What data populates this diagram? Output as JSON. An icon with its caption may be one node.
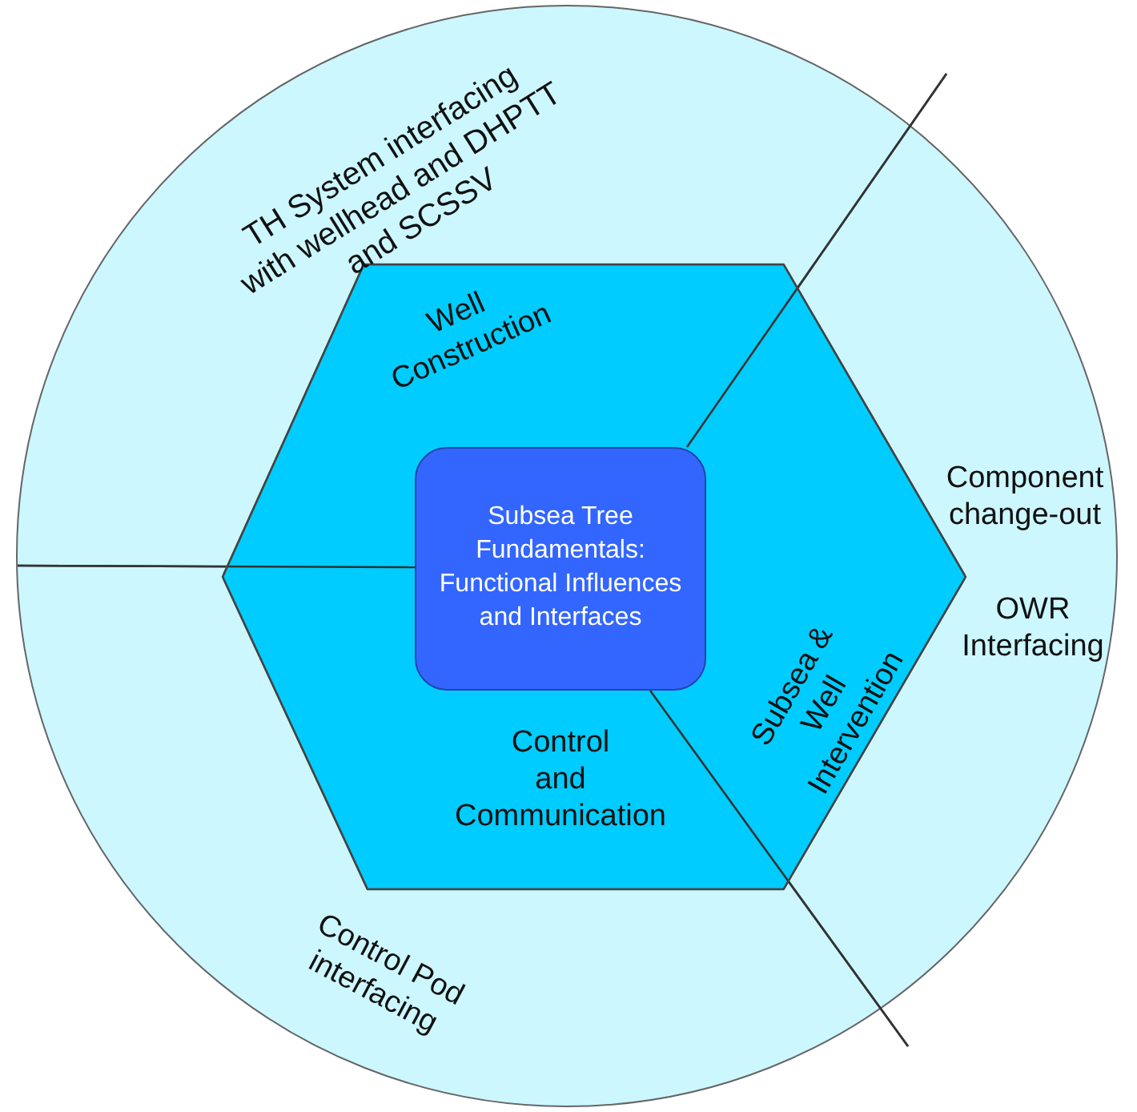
{
  "diagram": {
    "nodes": [
      {
        "text": [],
        "shape": "circle"
      },
      {
        "text": [],
        "shape": "hexagon",
        "in": 0
      },
      {
        "text": [
          "Subsea Tree Fundamentals: Functional Influences and Interfaces"
        ],
        "in": 1
      }
    ],
    "edges": [],
    "labels": [
      "TH System interfacing with wellhead and DHPTT and SCSSV",
      "Well Construction",
      "Component change-out",
      "OWR Interfacing",
      "Subsea & Well Intervention",
      "Control and Communication",
      "Control Pod interfacing"
    ]
  }
}
